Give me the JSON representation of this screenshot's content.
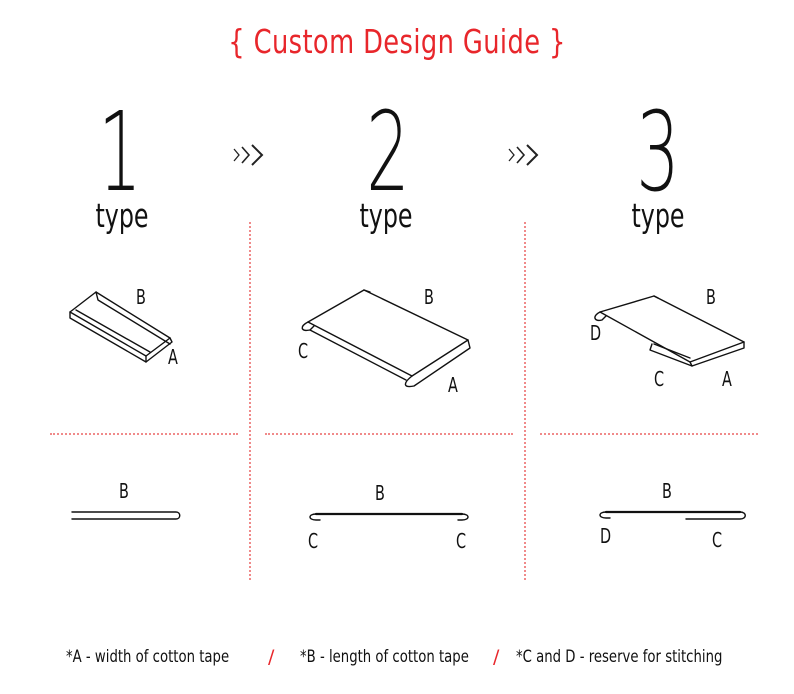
{
  "title": "{ Custom Design Guide }",
  "types": [
    {
      "number": "1",
      "word": "type",
      "diagram_labels": {
        "top": "B",
        "right": "A"
      },
      "profile_labels": {
        "top": "B"
      }
    },
    {
      "number": "2",
      "word": "type",
      "diagram_labels": {
        "top": "B",
        "left": "C",
        "right": "A"
      },
      "profile_labels": {
        "top": "B",
        "left": "C",
        "right": "C"
      }
    },
    {
      "number": "3",
      "word": "type",
      "diagram_labels": {
        "top": "B",
        "left": "D",
        "bottom": "C",
        "right": "A"
      },
      "profile_labels": {
        "top": "B",
        "left": "D",
        "right": "C"
      }
    }
  ],
  "arrows": [
    "chevrons-right-icon",
    "chevrons-right-icon"
  ],
  "footnotes": [
    "*A - width of cotton tape",
    "*B - length of cotton tape",
    "*C and D - reserve for stitching"
  ],
  "separator": "/",
  "colors": {
    "accent": "#e8262b",
    "divider": "#f08a8a",
    "ink": "#111111"
  }
}
